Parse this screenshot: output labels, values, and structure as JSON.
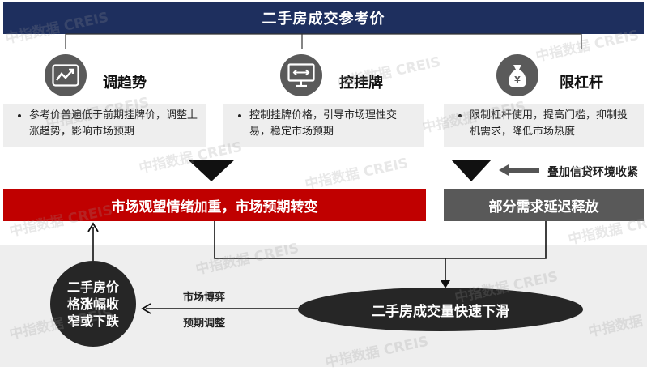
{
  "title": "二手房成交参考价",
  "pillars": [
    {
      "icon": "trend-chart-icon",
      "title": "调趋势",
      "desc": "参考价普遍低于前期挂牌价，调整上涨趋势，影响市场预期"
    },
    {
      "icon": "monitor-arrows-icon",
      "title": "控挂牌",
      "desc": "控制挂牌价格，引导市场理性交易，稳定市场预期"
    },
    {
      "icon": "money-bag-icon",
      "title": "限杠杆",
      "desc": "限制杠杆使用，提高门槛，抑制投机需求，降低市场热度"
    }
  ],
  "credit_note": "叠加信贷环境收紧",
  "red_bar": "市场观望情绪加重，市场预期转变",
  "gray_bar": "部分需求延迟释放",
  "price_circle": "二手房价格涨幅收窄或下跌",
  "volume_ellipse": "二手房成交量快速下滑",
  "label_game": "市场博弈",
  "label_adjust": "预期调整",
  "watermark": "中指数据 CREIS",
  "colors": {
    "title_bg": "#1e2f5e",
    "red": "#c00000",
    "gray": "#595959",
    "dark": "#262626"
  }
}
